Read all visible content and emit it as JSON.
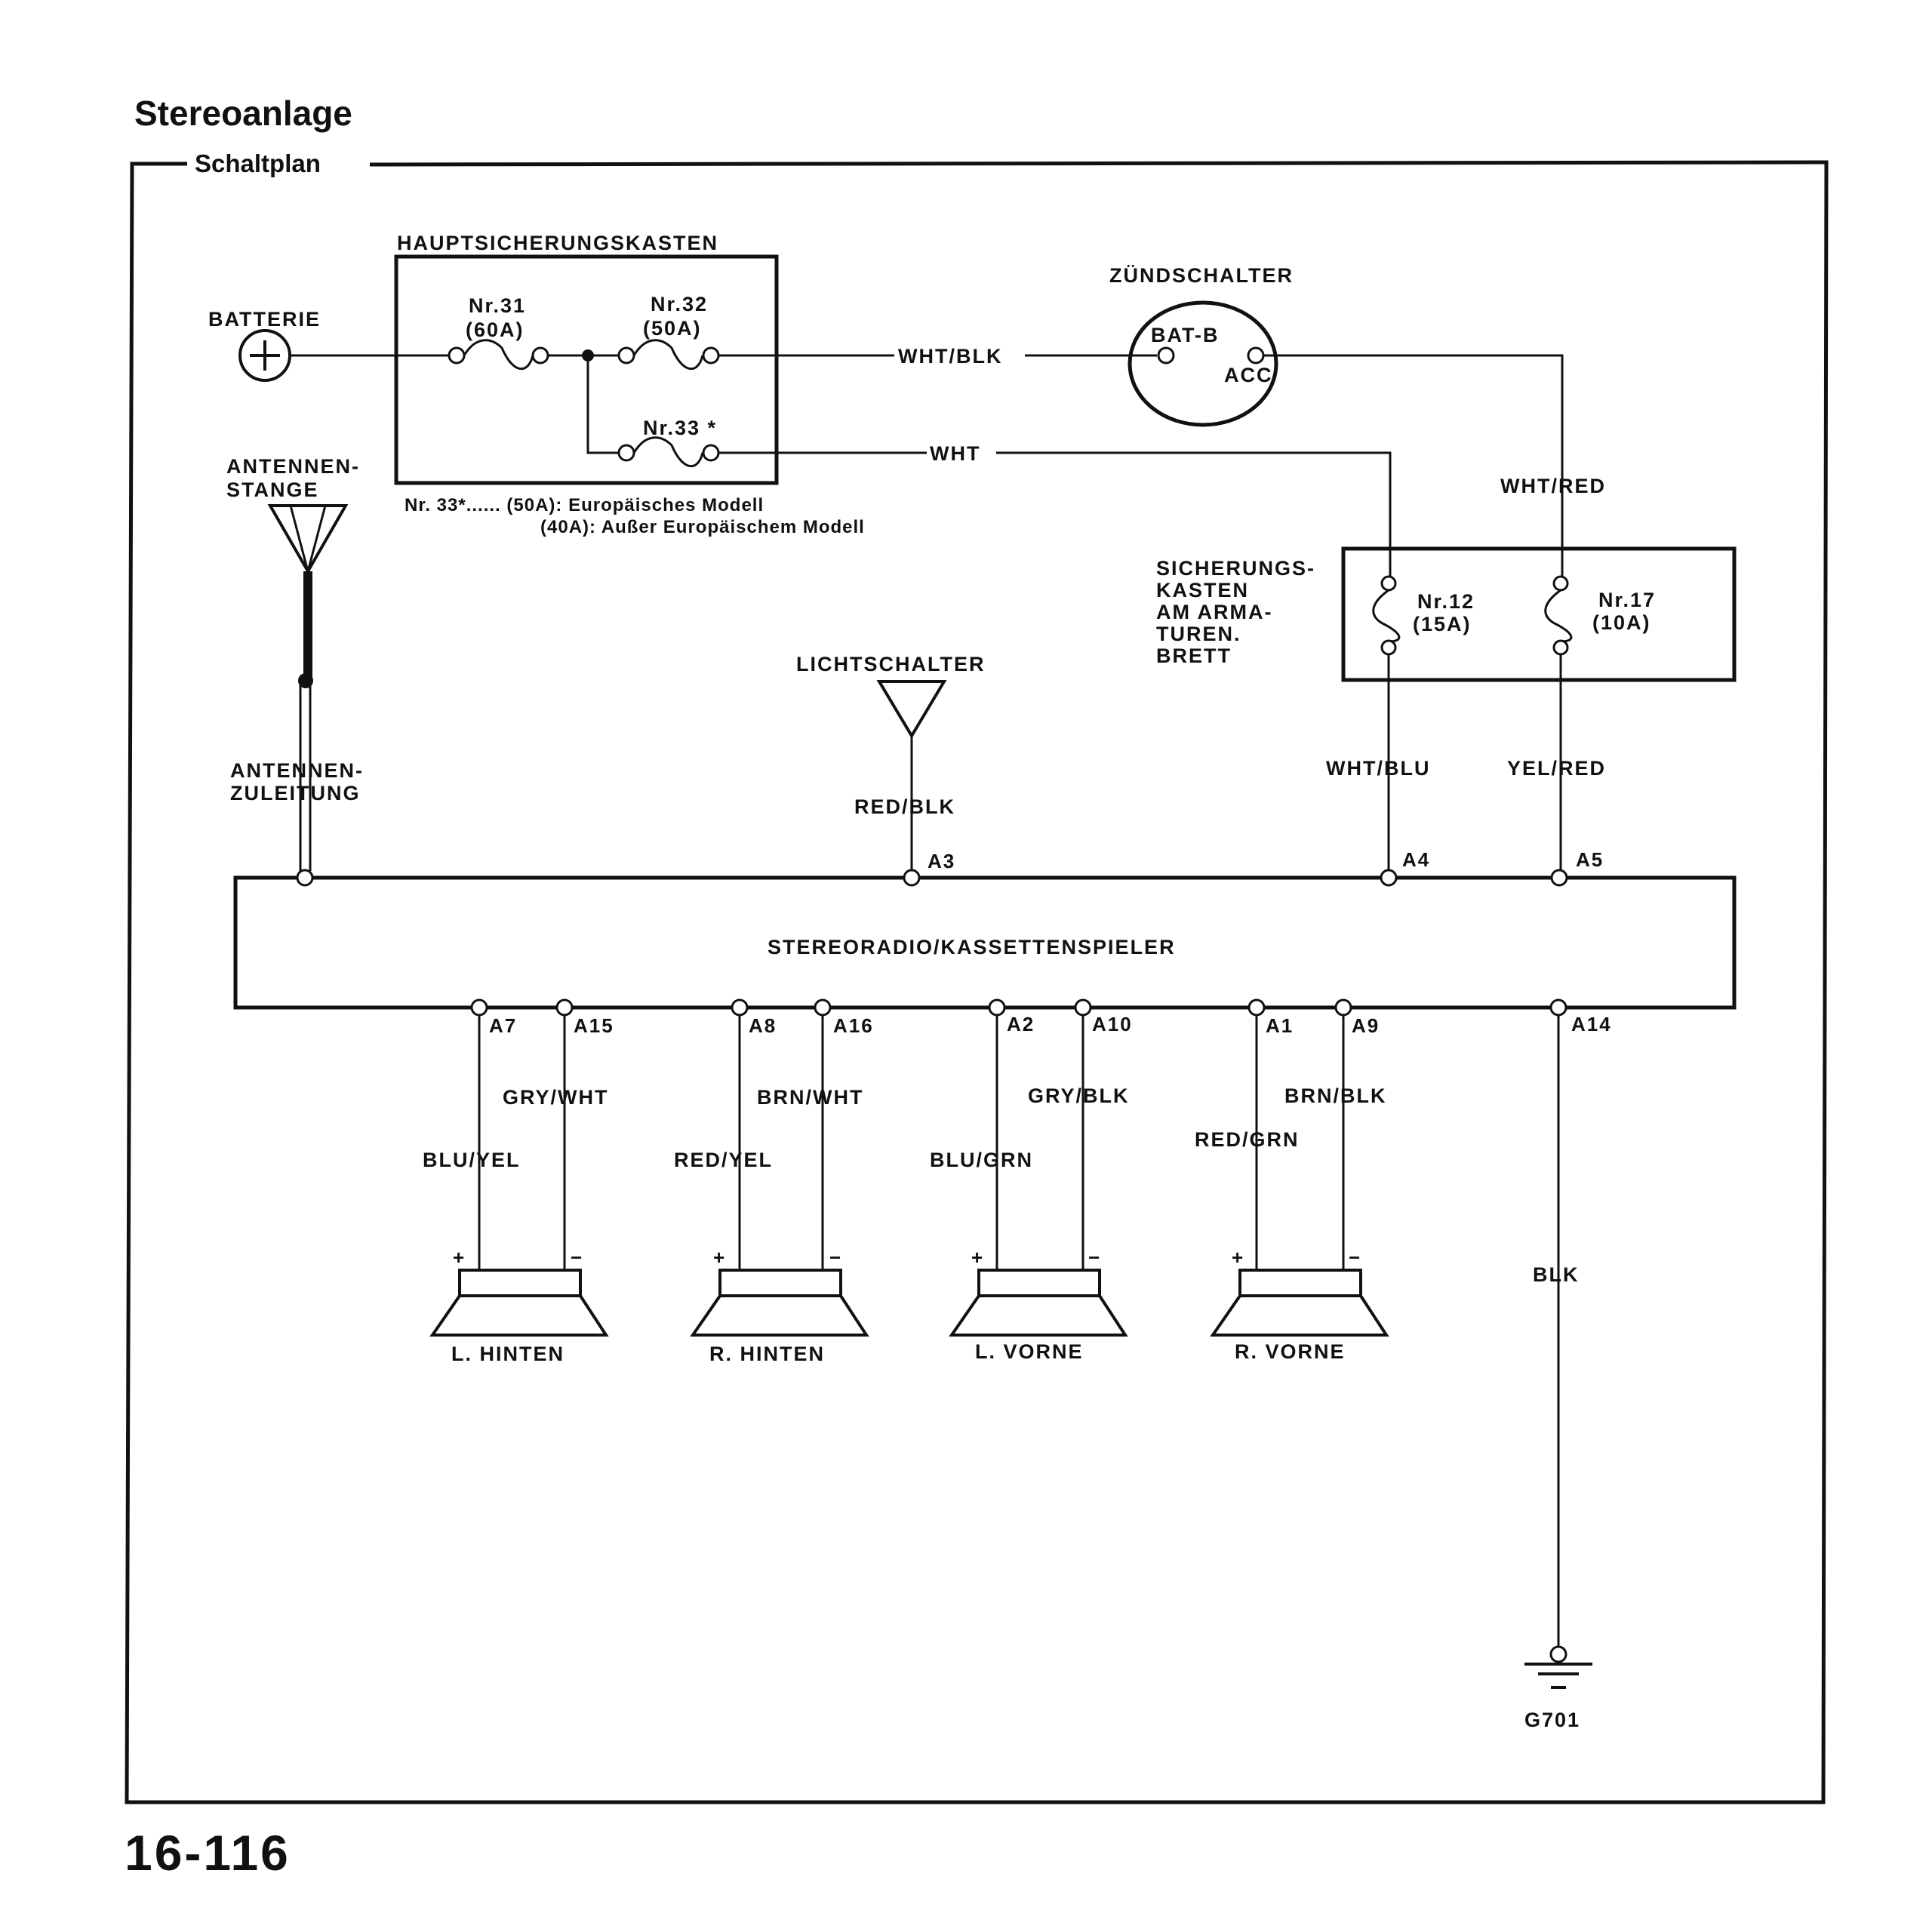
{
  "title": "Stereoanlage",
  "section": "Schaltplan",
  "page_number": "16-116",
  "main_fuse_box": {
    "title": "HAUPTSICHERUNGSKASTEN",
    "fuse31": {
      "name": "Nr.31",
      "rating": "(60A)"
    },
    "fuse32": {
      "name": "Nr.32",
      "rating": "(50A)"
    },
    "fuse33": {
      "name": "Nr.33 *"
    },
    "note1": "Nr. 33*...... (50A): Europäisches Modell",
    "note2": "(40A): Außer Europäischem Modell"
  },
  "battery": "BATTERIE",
  "ignition": {
    "title": "ZÜNDSCHALTER",
    "bat": "BAT-B",
    "acc": "ACC"
  },
  "antenna": {
    "mast_line1": "ANTENNEN-",
    "mast_line2": "STANGE",
    "lead_line1": "ANTENNEN-",
    "lead_line2": "ZULEITUNG"
  },
  "dash_fuse_box": {
    "line1": "SICHERUNGS-",
    "line2": "KASTEN",
    "line3": "AM ARMA-",
    "line4": "TUREN.",
    "line5": "BRETT",
    "fuse12": {
      "name": "Nr.12",
      "rating": "(15A)"
    },
    "fuse17": {
      "name": "Nr.17",
      "rating": "(10A)"
    }
  },
  "light_switch": "LICHTSCHALTER",
  "radio": "STEREORADIO/KASSETTENSPIELER",
  "wires": {
    "wht_blk": "WHT/BLK",
    "wht": "WHT",
    "wht_red": "WHT/RED",
    "wht_blu": "WHT/BLU",
    "yel_red": "YEL/RED",
    "red_blk": "RED/BLK",
    "blu_yel": "BLU/YEL",
    "gry_wht": "GRY/WHT",
    "red_yel": "RED/YEL",
    "brn_wht": "BRN/WHT",
    "blu_grn": "BLU/GRN",
    "gry_blk": "GRY/BLK",
    "red_grn": "RED/GRN",
    "brn_blk": "BRN/BLK",
    "blk": "BLK"
  },
  "pins": {
    "a3": "A3",
    "a4": "A4",
    "a5": "A5",
    "a7": "A7",
    "a15": "A15",
    "a8": "A8",
    "a16": "A16",
    "a2": "A2",
    "a10": "A10",
    "a1": "A1",
    "a9": "A9",
    "a14": "A14"
  },
  "speakers": {
    "lh": "L. HINTEN",
    "rh": "R. HINTEN",
    "lv": "L. VORNE",
    "rv": "R. VORNE"
  },
  "polarity": {
    "plus": "+",
    "minus": "−"
  },
  "ground": "G701"
}
